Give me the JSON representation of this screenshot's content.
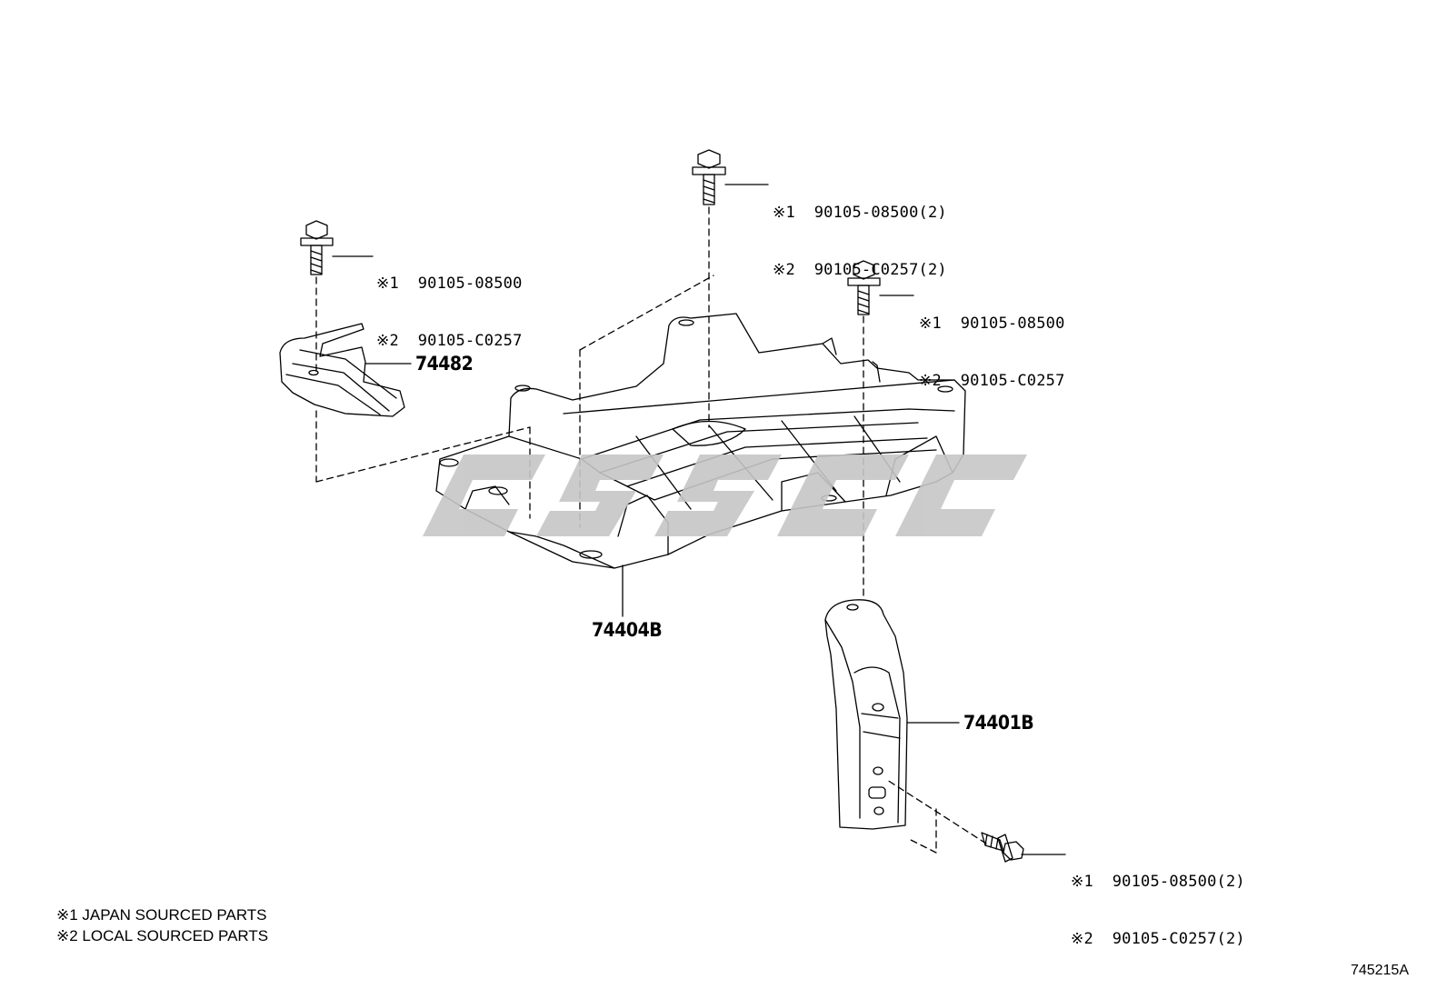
{
  "callouts": {
    "bolt_center": {
      "line1": "※1  90105-08500(2)",
      "line2": "※2  90105-C0257(2)"
    },
    "bolt_left": {
      "line1": "※1  90105-08500",
      "line2": "※2  90105-C0257"
    },
    "bolt_right": {
      "line1": "※1  90105-08500",
      "line2": "※2  90105-C0257"
    },
    "bolt_bottom": {
      "line1": "※1  90105-08500(2)",
      "line2": "※2  90105-C0257(2)"
    }
  },
  "parts": {
    "bracket": "74482",
    "tray": "74404B",
    "stay": "74401B"
  },
  "legend": {
    "line1": "※1 JAPAN SOURCED PARTS",
    "line2": "※2 LOCAL SOURCED PARTS"
  },
  "diagram_id": "745215A",
  "watermark": {
    "color": "#c6c6c6"
  }
}
